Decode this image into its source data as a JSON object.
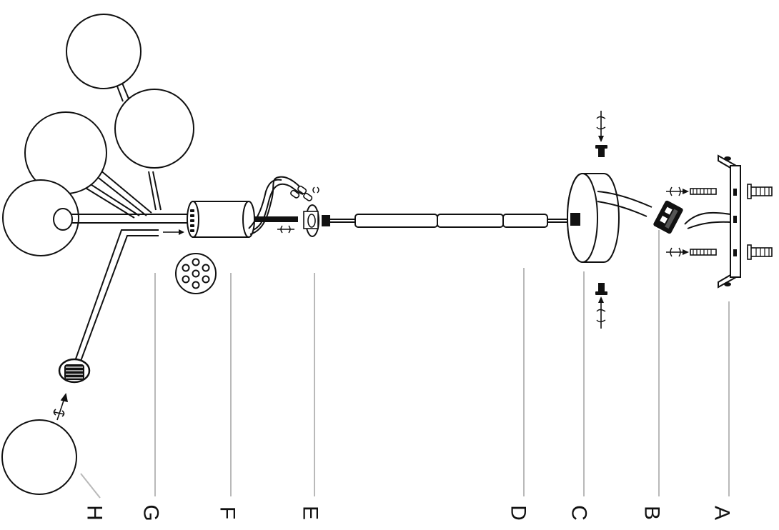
{
  "diagram": {
    "labels": {
      "A": "A",
      "B": "B",
      "C": "C",
      "D": "D",
      "E": "E",
      "F": "F",
      "G": "G",
      "H": "H"
    }
  },
  "colors": {
    "ink": "#111111",
    "leader": "#b9b9b9",
    "background": "#ffffff"
  }
}
